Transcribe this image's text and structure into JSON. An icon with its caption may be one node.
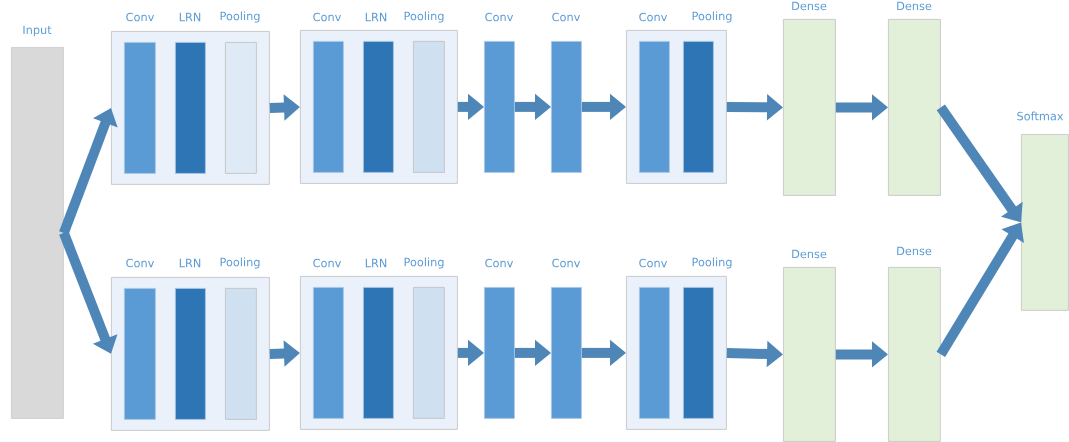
{
  "diagram": {
    "nodes": [
      {
        "text": [
          "Input"
        ]
      },
      {
        "text": [],
        "shape": "box"
      },
      {
        "text": [
          "Conv"
        ],
        "in": 1
      },
      {
        "text": [
          "LRN"
        ],
        "in": 1
      },
      {
        "text": [
          "Pooling"
        ],
        "in": 1
      },
      {
        "text": [],
        "shape": "box"
      },
      {
        "text": [
          "Conv"
        ],
        "in": 5
      },
      {
        "text": [
          "LRN"
        ],
        "in": 5
      },
      {
        "text": [
          "Pooling"
        ],
        "in": 5
      },
      {
        "text": [
          "Conv"
        ]
      },
      {
        "text": [
          "Conv"
        ]
      },
      {
        "text": [],
        "shape": "box"
      },
      {
        "text": [
          "Conv"
        ],
        "in": 11
      },
      {
        "text": [
          "Pooling"
        ],
        "in": 11
      },
      {
        "text": [
          "Dense"
        ]
      },
      {
        "text": [
          "Dense"
        ]
      },
      {
        "text": [
          "Softmax"
        ]
      },
      {
        "text": [],
        "shape": "box"
      },
      {
        "text": [
          "Conv"
        ],
        "in": 17
      },
      {
        "text": [
          "LRN"
        ],
        "in": 17
      },
      {
        "text": [
          "Pooling"
        ],
        "in": 17
      },
      {
        "text": [],
        "shape": "box"
      },
      {
        "text": [
          "Conv"
        ],
        "in": 21
      },
      {
        "text": [
          "LRN"
        ],
        "in": 21
      },
      {
        "text": [
          "Pooling"
        ],
        "in": 21
      },
      {
        "text": [
          "Conv"
        ]
      },
      {
        "text": [
          "Conv"
        ]
      },
      {
        "text": [],
        "shape": "box"
      },
      {
        "text": [
          "Conv"
        ],
        "in": 27
      },
      {
        "text": [
          "Pooling"
        ],
        "in": 27
      },
      {
        "text": [
          "Dense"
        ]
      },
      {
        "text": [
          "Dense"
        ]
      }
    ],
    "edges": [
      {
        "from": 0,
        "to": 1,
        "arrow": "to"
      },
      {
        "from": 0,
        "to": 17,
        "arrow": "to"
      },
      {
        "from": 1,
        "to": 5,
        "arrow": "to"
      },
      {
        "from": 5,
        "to": 9,
        "arrow": "to"
      },
      {
        "from": 9,
        "to": 10,
        "arrow": "to"
      },
      {
        "from": 10,
        "to": 11,
        "arrow": "to"
      },
      {
        "from": 11,
        "to": 14,
        "arrow": "to"
      },
      {
        "from": 14,
        "to": 15,
        "arrow": "to"
      },
      {
        "from": 15,
        "to": 16,
        "arrow": "to"
      },
      {
        "from": 17,
        "to": 21,
        "arrow": "to"
      },
      {
        "from": 21,
        "to": 25,
        "arrow": "to"
      },
      {
        "from": 25,
        "to": 26,
        "arrow": "to"
      },
      {
        "from": 26,
        "to": 27,
        "arrow": "to"
      },
      {
        "from": 27,
        "to": 30,
        "arrow": "to"
      },
      {
        "from": 30,
        "to": 31,
        "arrow": "to"
      },
      {
        "from": 31,
        "to": 16,
        "arrow": "to"
      }
    ]
  }
}
